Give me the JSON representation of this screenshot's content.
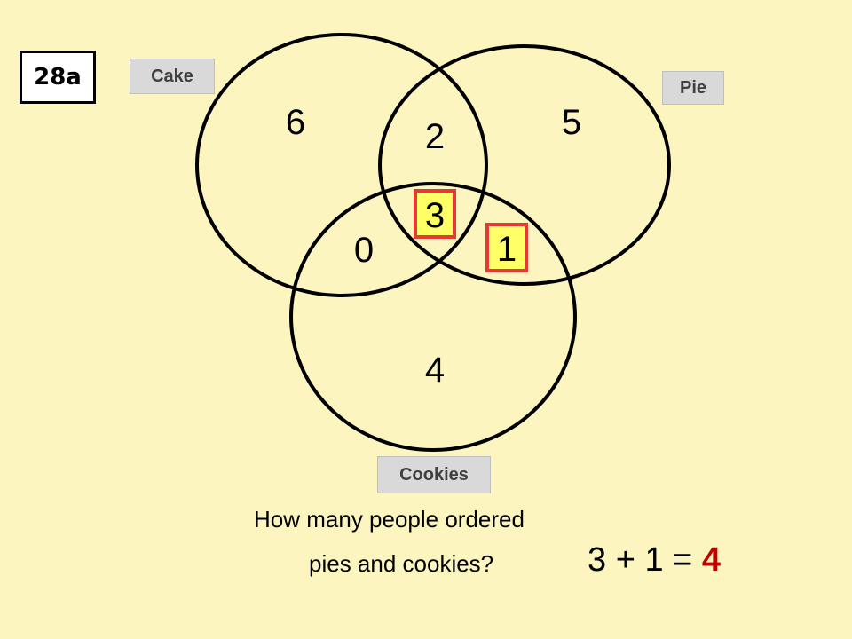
{
  "slide_id": "28a",
  "sets": {
    "cake": "Cake",
    "pie": "Pie",
    "cookies": "Cookies"
  },
  "regions": {
    "cake_only": "6",
    "pie_only": "5",
    "cake_and_pie": "2",
    "all_three": "3",
    "cake_and_cookies": "0",
    "pie_and_cookies": "1",
    "cookies_only": "4"
  },
  "highlighted_regions": [
    "all_three",
    "pie_and_cookies"
  ],
  "colors": {
    "background": "#FCF5C0",
    "highlight_fill": "#FFFF66",
    "highlight_border": "#E53935",
    "answer": "#C00000"
  },
  "question": {
    "line1": "How many people ordered",
    "line2": "pies and cookies?"
  },
  "equation": {
    "expression": "3 + 1 = ",
    "answer": "4"
  }
}
